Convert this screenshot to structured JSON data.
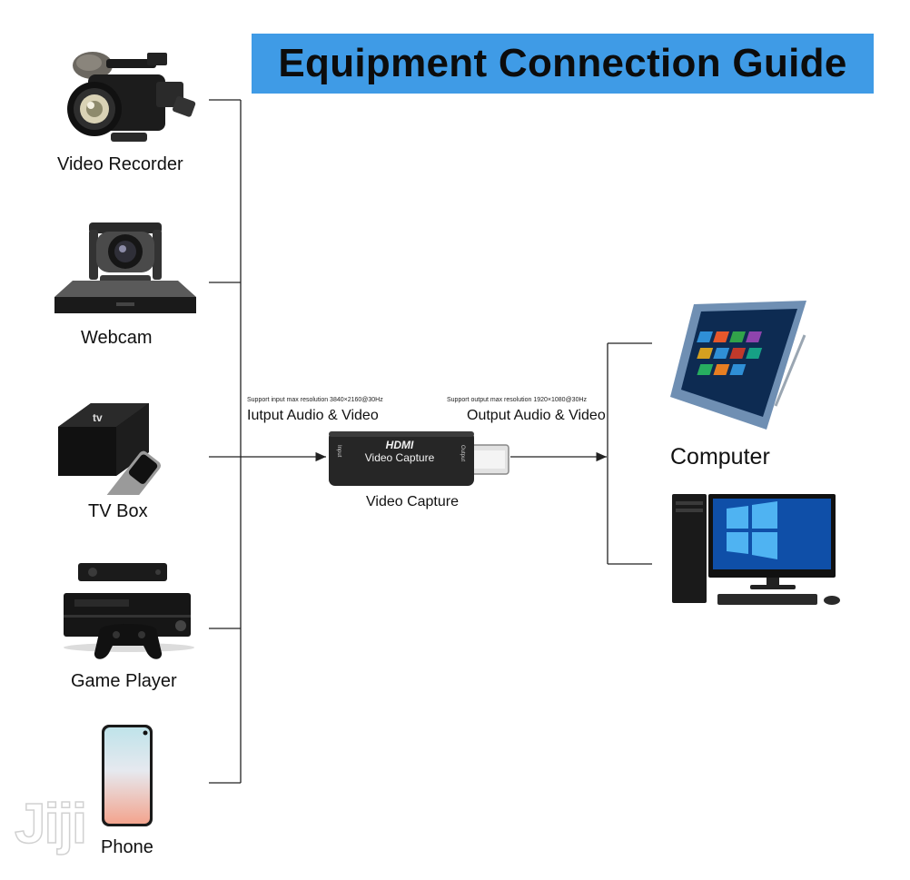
{
  "title": "Equipment Connection Guide",
  "colors": {
    "banner": "#3f9be6",
    "line": "#222222",
    "background": "#ffffff"
  },
  "sources": [
    {
      "label": "Video Recorder",
      "icon": "video-recorder-icon"
    },
    {
      "label": "Webcam",
      "icon": "webcam-icon"
    },
    {
      "label": "TV Box",
      "icon": "tv-box-icon"
    },
    {
      "label": "Game Player",
      "icon": "game-player-icon"
    },
    {
      "label": "Phone",
      "icon": "phone-icon"
    }
  ],
  "capture": {
    "label": "Video Capture",
    "device_brand": "HDMI",
    "device_text": "Video Capture",
    "input_side": "Input",
    "output_side": "Output",
    "input_note": "Support input max resolution 3840×2160@30Hz",
    "input_label": "Iutput Audio & Video",
    "output_note": "Support output max resolution 1920×1080@30Hz",
    "output_label": "Output Audio & Video"
  },
  "destination": {
    "label": "Computer",
    "icons": [
      "tablet-icon",
      "desktop-computer-icon"
    ]
  },
  "watermark": "Jiji"
}
